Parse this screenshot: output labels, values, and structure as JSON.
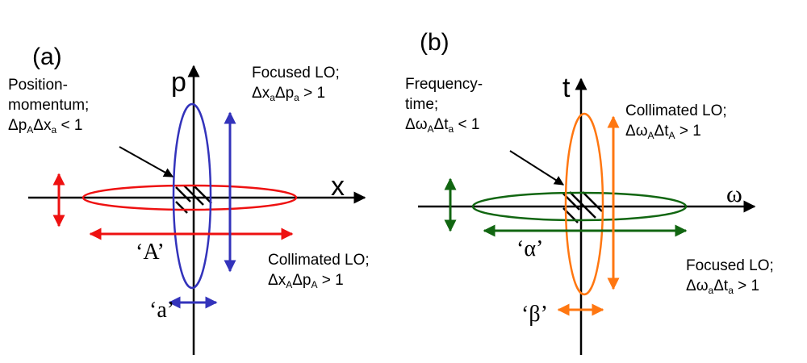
{
  "colors": {
    "red": "#ee1111",
    "blue": "#3333bb",
    "green": "#116611",
    "orange": "#ff7711",
    "black": "#000000"
  },
  "panel_a": {
    "label": "(a)",
    "axis_v": "p",
    "axis_h": "x",
    "pm_line1": "Position-",
    "pm_line2": "momentum;",
    "pm_rel_a": "Δp",
    "pm_rel_s1": "A",
    "pm_rel_b": "Δx",
    "pm_rel_s2": "a",
    "pm_rel_c": " < 1",
    "focused": "Focused LO;",
    "foc_a": "Δx",
    "foc_s1": "a",
    "foc_b": "Δp",
    "foc_s2": "a",
    "foc_c": " > 1",
    "collimated": "Collimated LO;",
    "col_a": "Δx",
    "col_s1": "A",
    "col_b": "Δp",
    "col_s2": "A",
    "col_c": " > 1",
    "mode_big": "‘A’",
    "mode_small": "‘a’"
  },
  "panel_b": {
    "label": "(b)",
    "axis_v": "t",
    "axis_h": "ω",
    "ft_line1": "Frequency-",
    "ft_line2": "time;",
    "ft_rel_a": "Δω",
    "ft_rel_s1": "A",
    "ft_rel_b": "Δt",
    "ft_rel_s2": "a",
    "ft_rel_c": " < 1",
    "collimated": "Collimated LO;",
    "col_a": "Δω",
    "col_s1": "A",
    "col_b": "Δt",
    "col_s2": "A",
    "col_c": " > 1",
    "focused": "Focused LO;",
    "foc_a": "Δω",
    "foc_s1": "a",
    "foc_b": "Δt",
    "foc_s2": "a",
    "foc_c": " > 1",
    "mode_big": "‘α’",
    "mode_small": "‘β’"
  }
}
